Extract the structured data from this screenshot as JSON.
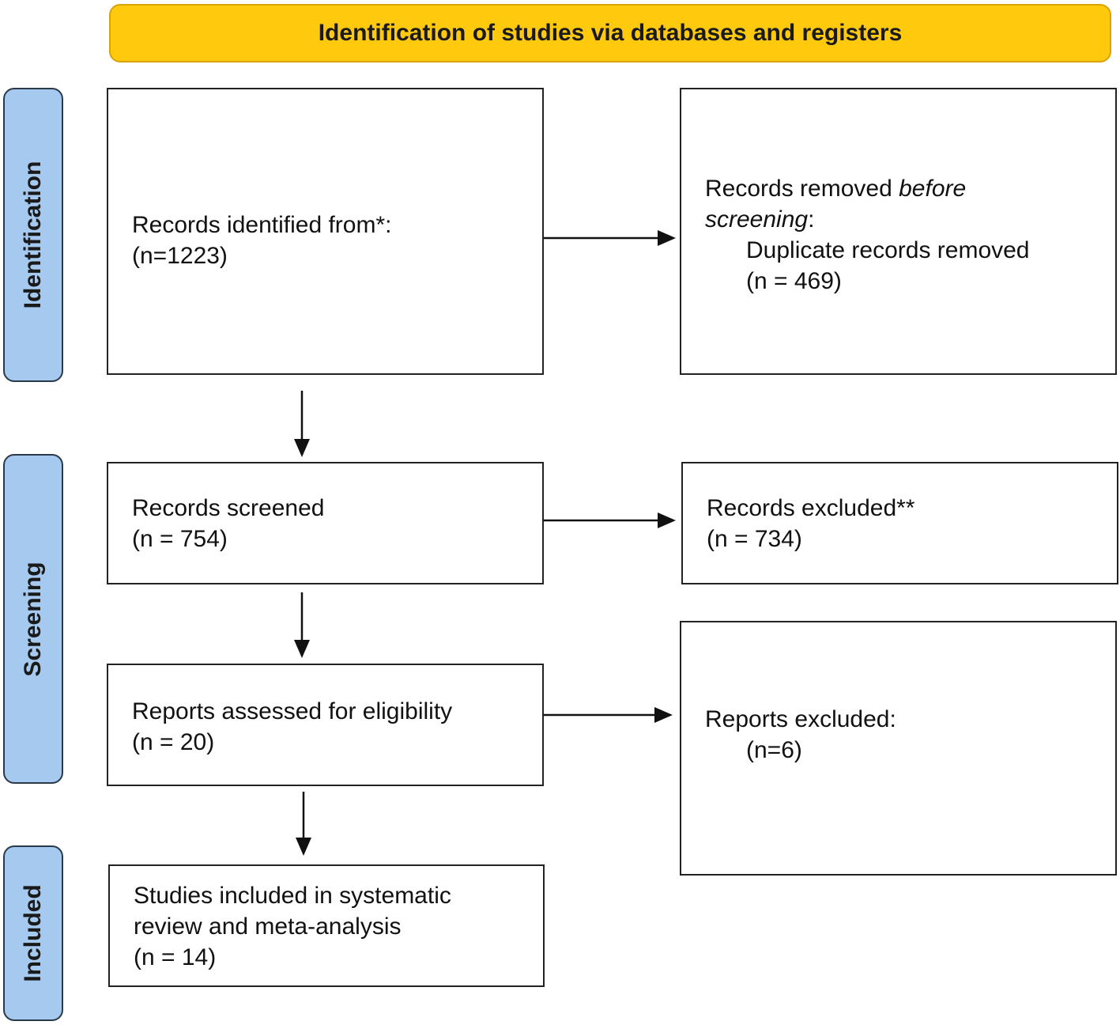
{
  "header": {
    "title": "Identification of studies via databases and registers"
  },
  "stages": {
    "identification": "Identification",
    "screening": "Screening",
    "included": "Included"
  },
  "boxes": {
    "records_identified": {
      "line1": "Records identified from*:",
      "line2": "(n=1223)"
    },
    "records_removed": {
      "line1_pre": "Records removed ",
      "line1_em": "before",
      "line2_em": "screening",
      "line2_post": ":",
      "line3": "Duplicate records removed",
      "line4": "(n = 469)"
    },
    "records_screened": {
      "line1": "Records screened",
      "line2": "(n = 754)"
    },
    "records_excluded": {
      "line1": "Records excluded**",
      "line2": "(n = 734)"
    },
    "reports_assessed": {
      "line1": "Reports assessed for eligibility",
      "line2": "(n = 20)"
    },
    "reports_excluded": {
      "line1": "Reports excluded:",
      "line2": "(n=6)"
    },
    "studies_included": {
      "line1": "Studies included in systematic",
      "line2": "review and meta-analysis",
      "line3": "(n = 14)"
    }
  },
  "colors": {
    "header_fill": "#ffc90e",
    "stage_fill": "#a6c9ef",
    "box_border": "#222222"
  }
}
